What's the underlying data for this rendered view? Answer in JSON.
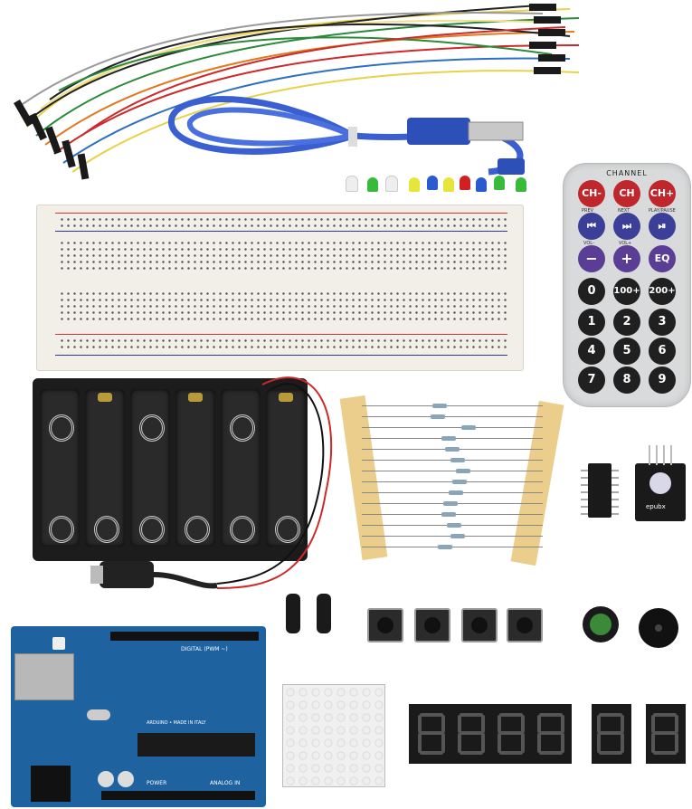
{
  "remote": {
    "title": "CHANNEL",
    "row1": [
      "CH-",
      "CH",
      "CH+"
    ],
    "row2_labels": [
      "PREV",
      "NEXT",
      "PLAY/PAUSE"
    ],
    "row2": [
      "⏮",
      "⏭",
      "⏯"
    ],
    "row3_labels": [
      "VOL-",
      "VOL+",
      "EQ"
    ],
    "row3": [
      "−",
      "+",
      "EQ"
    ],
    "row4": [
      "0",
      "100+",
      "200+"
    ],
    "row5": [
      "1",
      "2",
      "3"
    ],
    "row6": [
      "4",
      "5",
      "6"
    ],
    "row7": [
      "7",
      "8",
      "9"
    ]
  },
  "colors": {
    "remote_red": "#c0272d",
    "remote_blue": "#3c3f98",
    "arduino_blue": "#1e62a0",
    "usb_cable": "#3a5fd0"
  },
  "arduino": {
    "silk_digital": "DIGITAL (PWM ~)",
    "silk_analog": "ANALOG IN",
    "silk_power": "POWER",
    "silk_made": "ARDUINO • MADE IN ITALY"
  },
  "sensor": {
    "label": "epubx"
  },
  "icons": [
    "usb-cable-icon",
    "jumper-wires-icon",
    "led-icon",
    "resistor-icon",
    "capacitor-icon",
    "push-button-icon",
    "buzzer-icon"
  ]
}
